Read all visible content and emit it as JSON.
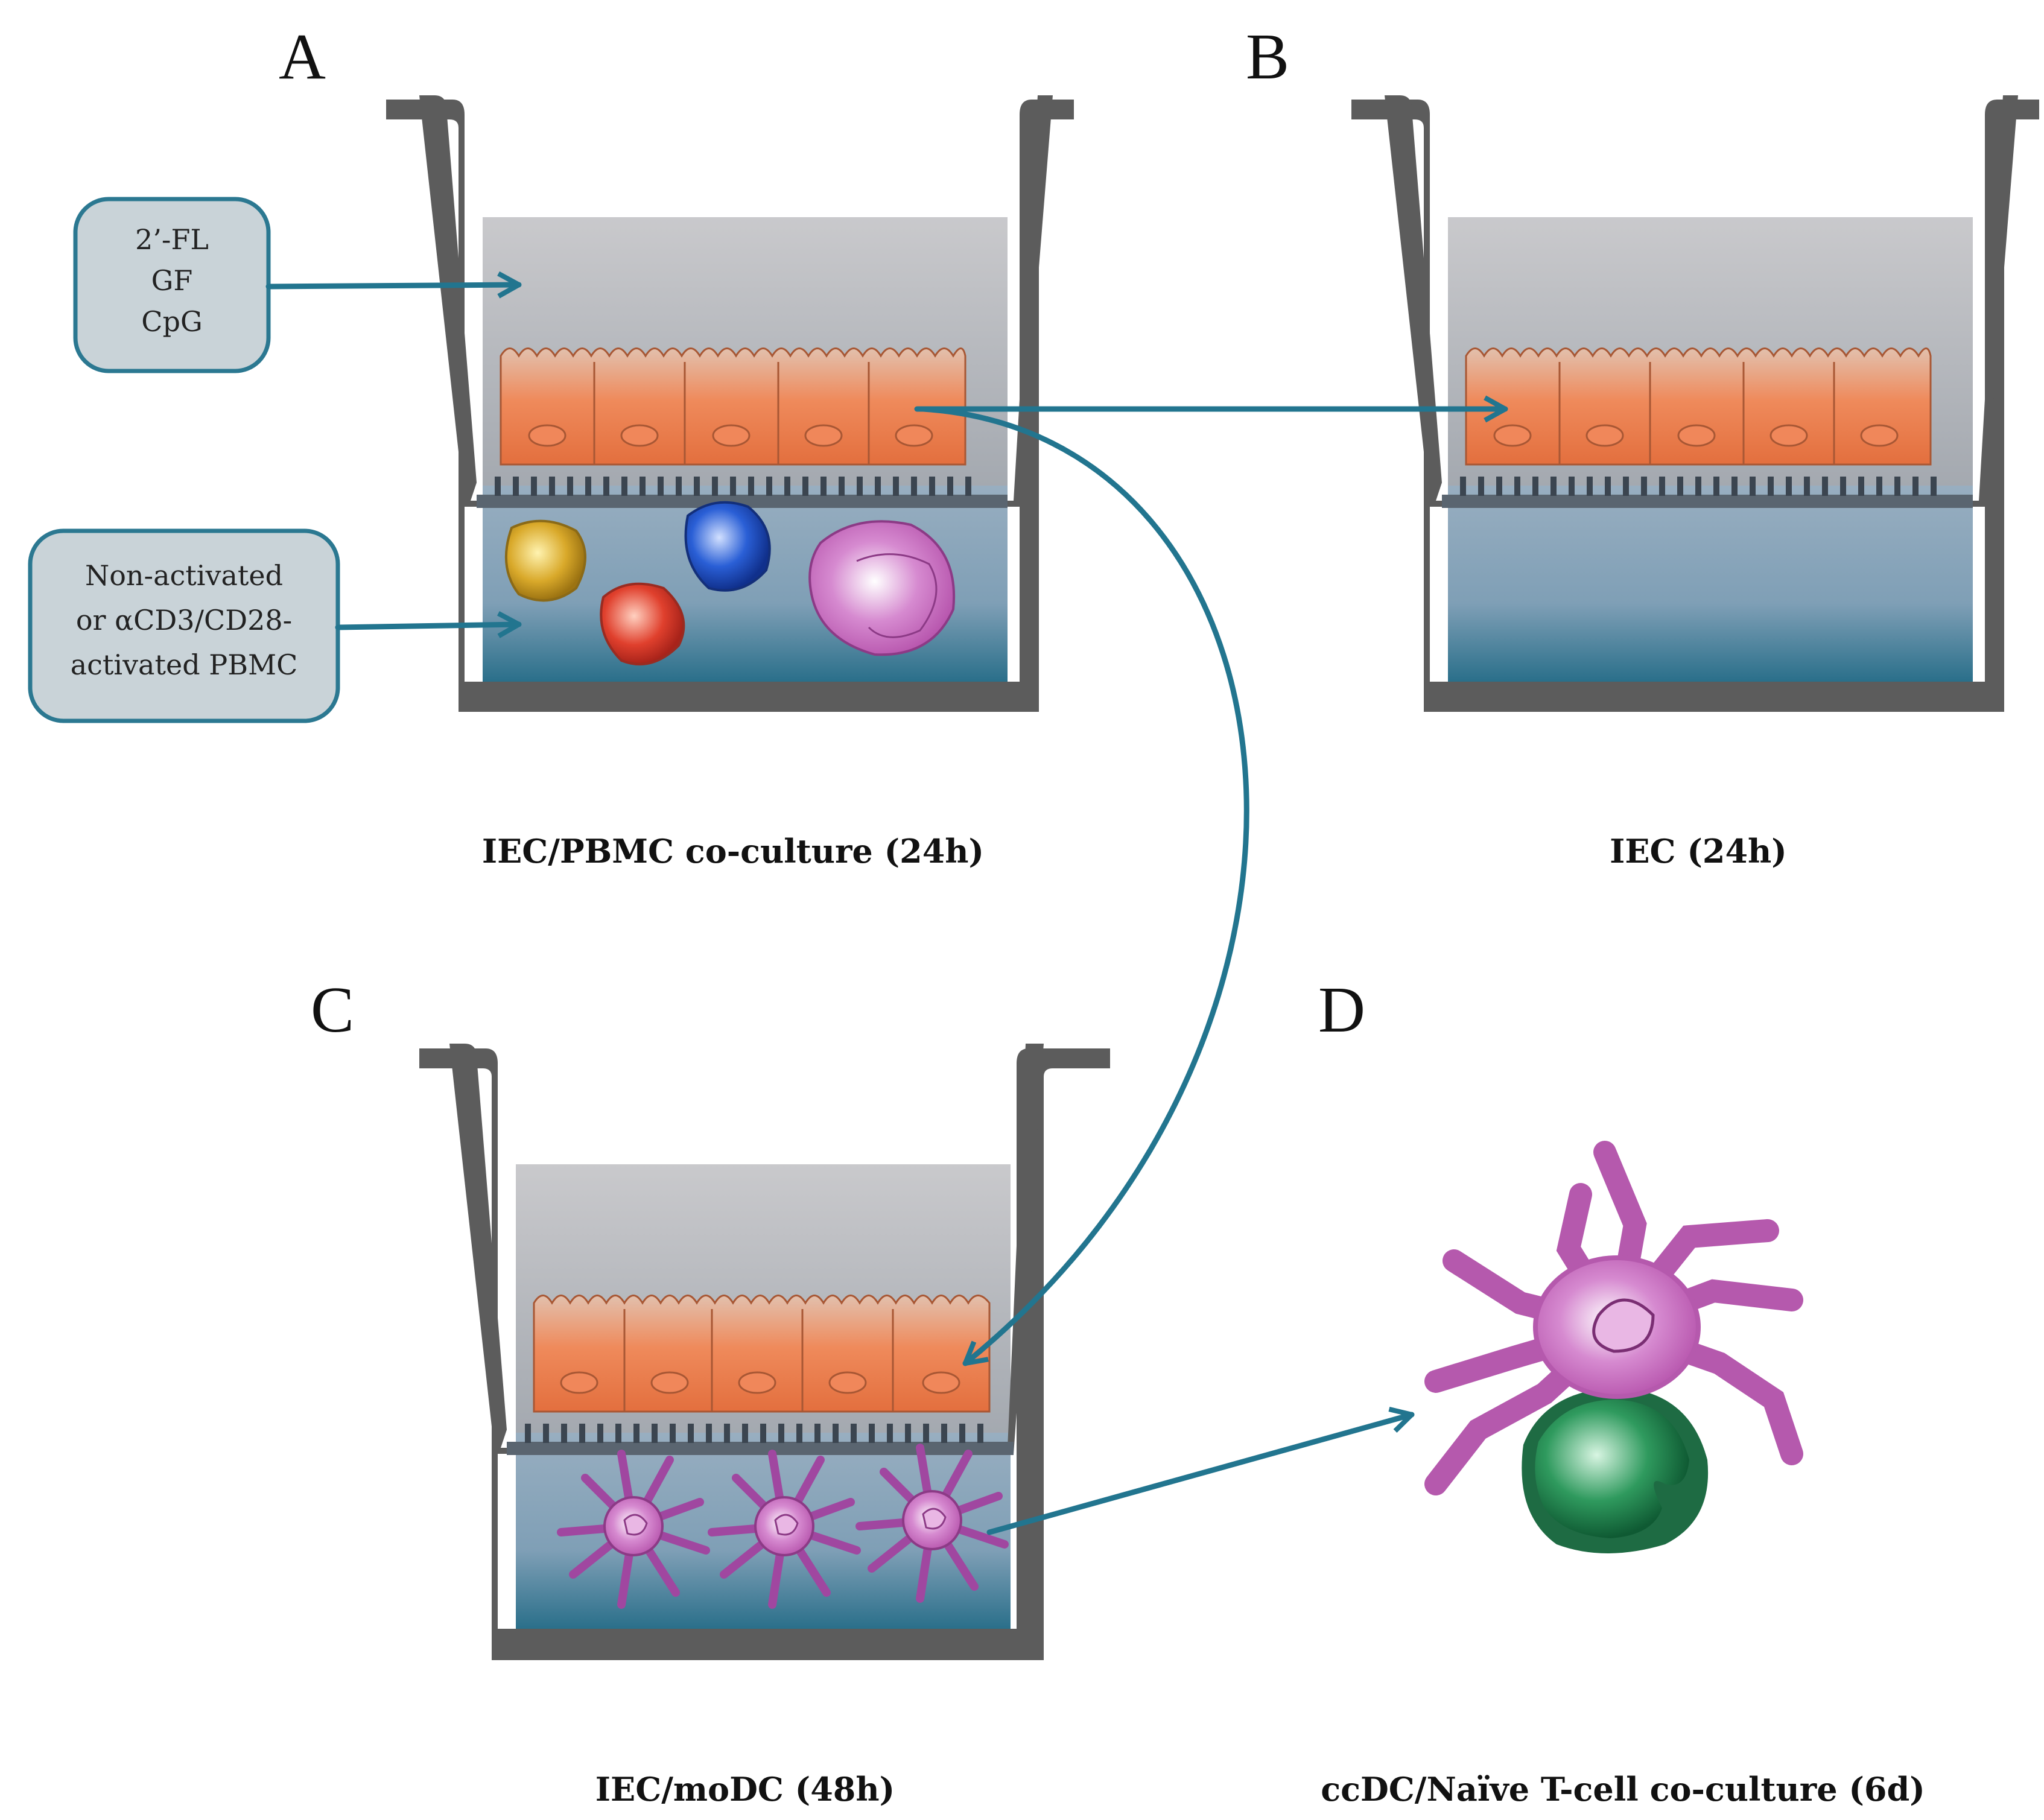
{
  "panels": {
    "a": {
      "letter": "A",
      "caption": "IEC/PBMC co-culture (24h)"
    },
    "b": {
      "letter": "B",
      "caption": "IEC (24h)"
    },
    "c": {
      "letter": "C",
      "caption": "IEC/moDC (48h)"
    },
    "d": {
      "letter": "D",
      "caption": "ccDC/Naïve T-cell co-culture (6d)"
    }
  },
  "boxes": {
    "treatments": {
      "lines": [
        "2’-FL",
        "GF",
        "CpG"
      ]
    },
    "pbmc": {
      "lines": [
        "Non-activated",
        "or αCD3/CD28-",
        "activated PBMC"
      ]
    }
  },
  "colors": {
    "arrow": "#22758f",
    "box_fill": "#c9d3d8",
    "box_stroke": "#2b7891",
    "well_wall": "#5a5a5a",
    "epithelium": "#e8784a",
    "lower_medium": "#7f9fb6",
    "dc_purple": "#cc66c4",
    "t_cell_green": "#1f8c55"
  },
  "icons": [
    "transwell-well-icon",
    "epithelial-cell-icon",
    "pbmc-cell-icon",
    "dendritic-cell-icon",
    "t-cell-icon",
    "arrow-icon"
  ]
}
